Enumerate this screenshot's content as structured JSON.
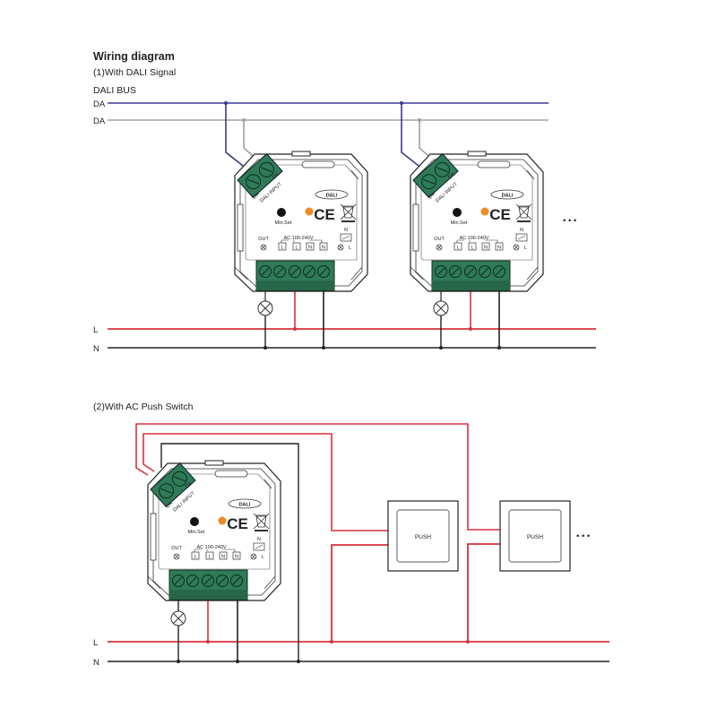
{
  "title": "Wiring diagram",
  "section1": {
    "heading": "(1)With DALI Signal",
    "bus_label": "DALI BUS",
    "da1_label": "DA",
    "da2_label": "DA",
    "l_label": "L",
    "n_label": "N",
    "more": "• • •"
  },
  "section2": {
    "heading": "(2)With AC Push Switch",
    "l_label": "L",
    "n_label": "N",
    "push1": "PUSH",
    "push2": "PUSH",
    "more": "• • •"
  },
  "device": {
    "da_a": "DA",
    "da_b": "DA",
    "input_label": "DALI INPUT",
    "dali_logo": "DALI",
    "min_set": "Min.Set",
    "ce_mark": "CE",
    "out_label": "OUT",
    "ac_label": "AC 100-240V",
    "terminals": [
      "L",
      "L",
      "N",
      "N"
    ],
    "relay_n": "N",
    "relay_l": "L"
  },
  "colors": {
    "da_bus": "#3b3b8f",
    "da_bus2": "#a0a0a0",
    "live": "#d6323a",
    "neutral": "#222222",
    "terminal_green": "#2f7a57",
    "indicator": "#f08a24"
  }
}
